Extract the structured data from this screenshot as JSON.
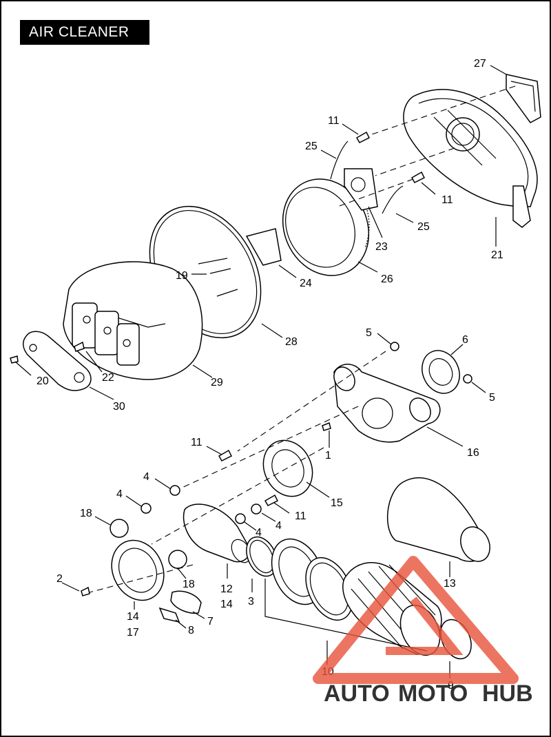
{
  "title": "AIR CLEANER",
  "callouts": [
    "27",
    "11",
    "25",
    "11",
    "25",
    "21",
    "23",
    "26",
    "24",
    "19",
    "28",
    "29",
    "22",
    "20",
    "30",
    "5",
    "6",
    "5",
    "16",
    "1",
    "11",
    "15",
    "4",
    "4",
    "11",
    "4",
    "4",
    "18",
    "18",
    "12",
    "14",
    "3",
    "2",
    "14",
    "17",
    "7",
    "8",
    "13",
    "10",
    "9"
  ],
  "watermark": {
    "part1": "AUTO",
    "part2": "MOTO",
    "part3": "HUB"
  },
  "colors": {
    "frame": "#000000",
    "watermark_red": "#e8533b",
    "watermark_orange": "#f2a25f",
    "watermark_gray": "#8a8a8a"
  }
}
